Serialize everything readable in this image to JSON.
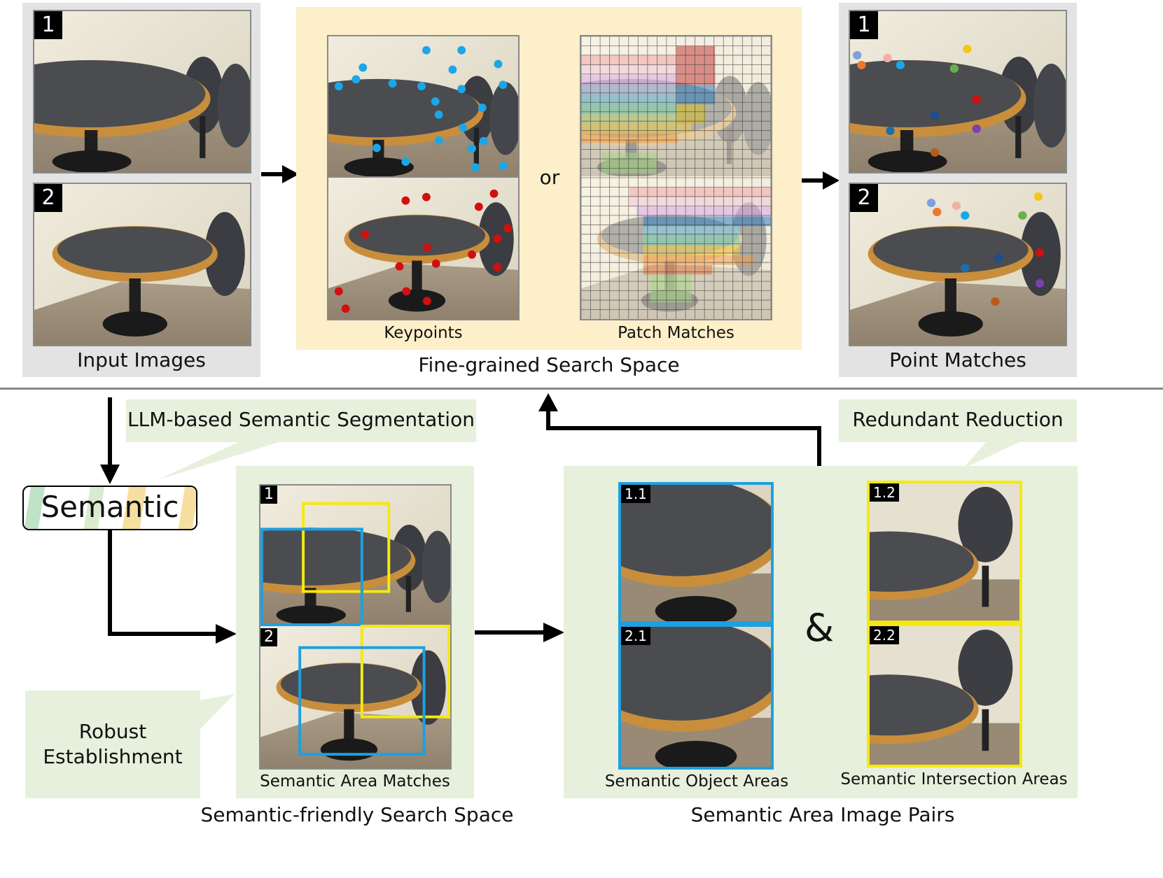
{
  "top": {
    "input_images_label": "Input Images",
    "keypoints_label": "Keypoints",
    "or_label": "or",
    "patch_matches_label": "Patch Matches",
    "fine_grained_label": "Fine-grained Search Space",
    "point_matches_label": "Point Matches",
    "image_numbers": [
      "1",
      "2"
    ]
  },
  "bottom": {
    "llm_segmentation_label": "LLM-based Semantic Segmentation",
    "redundant_reduction_label": "Redundant Reduction",
    "semantic_box_label": "Semantic",
    "robust_line1": "Robust",
    "robust_line2": "Establishment",
    "semantic_area_matches_label": "Semantic Area Matches",
    "semantic_friendly_label": "Semantic-friendly Search Space",
    "ampersand": "&",
    "object_areas_label": "Semantic Object Areas",
    "intersection_areas_label": "Semantic Intersection Areas",
    "area_pairs_label": "Semantic Area Image Pairs",
    "area_ids": [
      "1.1",
      "2.1",
      "1.2",
      "2.2"
    ],
    "match_ids": [
      "1",
      "2"
    ]
  },
  "colors": {
    "gray_panel": "#e3e3e3",
    "yellow_panel": "#fcefc9",
    "green_panel": "#e7f0dc",
    "keypoint_blue": "#1aa7e8",
    "keypoint_red": "#d10f0f",
    "box_blue": "#1ea0e0",
    "box_yellow": "#f5e911"
  }
}
